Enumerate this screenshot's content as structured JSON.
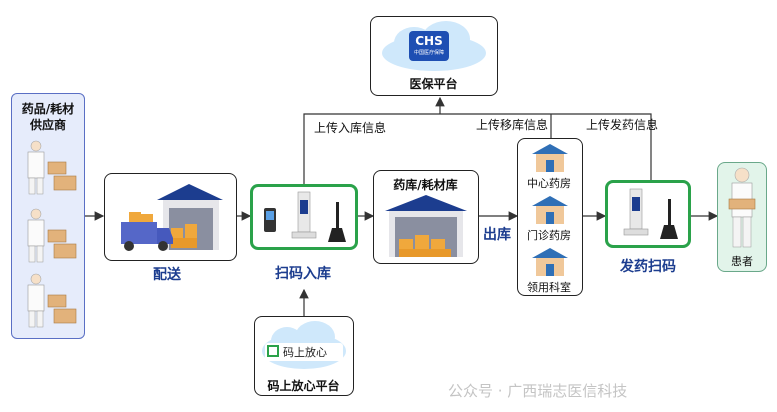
{
  "supplier": {
    "line1": "药品/耗材",
    "line2": "供应商"
  },
  "platform": {
    "title": "医保平台",
    "logo_text": "CHS",
    "logo_sub": "中国医疗保障"
  },
  "delivery": {
    "label": "配送"
  },
  "scan_in": {
    "label": "扫码入库"
  },
  "warehouse": {
    "title": "药库/耗材库"
  },
  "out": {
    "label": "出库"
  },
  "pharmacies": {
    "items": [
      "中心药房",
      "门诊药房",
      "领用科室"
    ]
  },
  "dispense": {
    "label": "发药扫码"
  },
  "patient": {
    "label": "患者"
  },
  "trace": {
    "title": "码上放心平台",
    "logo_text": "码上放心"
  },
  "flows": {
    "upload_in": "上传入库信息",
    "upload_move": "上传移库信息",
    "upload_dispense": "上传发药信息"
  },
  "watermark": {
    "text": "公众号 · 广西瑞志医信科技"
  },
  "colors": {
    "green": "#2aa24a",
    "blue": "#1c3d8f",
    "cloud": "#cfe8fb"
  }
}
